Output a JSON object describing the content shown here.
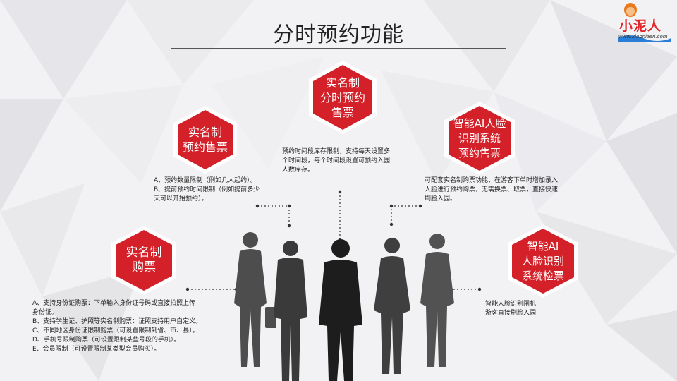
{
  "title": "分时预约功能",
  "logo": {
    "name": "小泥人",
    "url": "www.xiaonizen.com"
  },
  "colors": {
    "accent": "#d42028",
    "accent_dark": "#a8101a",
    "text": "#222222"
  },
  "features": [
    {
      "label": "实名制\n预约售票",
      "description": "A、预约数量限制（例如几人起约）。\nB、提前预约时间限制（例如提前多少\n天可以开始预约）。"
    },
    {
      "label": "实名制\n分时预约\n售票",
      "description": "预约时间段库存限制，支持每天设置多\n个时间段，每个时间段设置可预约入园\n人数库存。"
    },
    {
      "label": "智能AI人脸\n识别系统\n预约售票",
      "description": "可配套实名制购票功能，在游客下单时增加录入\n人脸进行预约购票，无需换票、取票，直接快速\n刷脸入园。"
    },
    {
      "label": "实名制\n购票",
      "description": "A、支持身份证购票：下单输入身份证号码或直接拍照上传\n身份证。\nB、支持学生证、护照等实名制购票：证照支持用户自定义。\nC、不同地区身份证限制购票（可设置限制到省、市、县）。\nD、手机号限制购票（可设置限制某些号段的手机）。\nE、会员限制（可设置限制某类型会员购买）。"
    },
    {
      "label": "智能AI\n人脸识别\n系统检票",
      "description": "智能人脸识别闸机\n游客直接刷脸入园"
    }
  ]
}
